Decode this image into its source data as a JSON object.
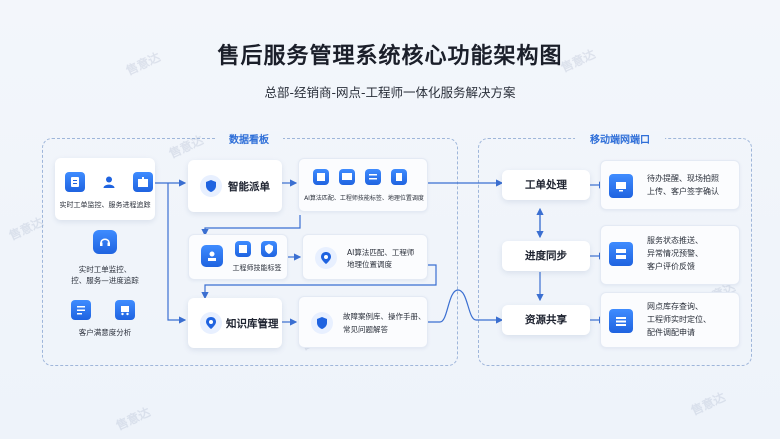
{
  "title": "售后服务管理系统核心功能架构图",
  "subtitle": "总部-经销商-网点-工程师一体化服务解决方案",
  "panels": {
    "left_label": "数据看板",
    "right_label": "移动端网端口"
  },
  "left_column": {
    "box1_text": "实时工单监控、服务进程追踪",
    "box2_line1": "实时工单监控、",
    "box2_line2": "控、服务—进度追踪",
    "box3_text": "客户满意度分析"
  },
  "middle": {
    "dispatch": "智能派单",
    "dispatch_detail": "AI算法匹配、工程师技能标签、地理位置调度",
    "skill_tags": "工程师技能标签",
    "ai_line1": "AI算法匹配、工程师",
    "ai_line2": "地理位置调度",
    "knowledge": "知识库管理",
    "kb_line1": "故障案例库、操作手册、",
    "kb_line2": "常见问题解答"
  },
  "right": {
    "work_order": "工单处理",
    "progress_sync": "进度同步",
    "resource_share": "资源共享",
    "out1_line1": "待办提醒、现场拍照",
    "out1_line2": "上传、客户签字确认",
    "out2_line1": "服务状态推送、",
    "out2_line2": "异常情况预警、",
    "out2_line3": "客户评价反馈",
    "out3_line1": "网点库存查询、",
    "out3_line2": "工程师实时定位、",
    "out3_line3": "配件调配申请"
  },
  "watermark": "售意达",
  "colors": {
    "accent": "#2f6fd8",
    "icon_blue": "#1f63e0",
    "border": "#9fb6da",
    "arrow": "#3b6fd1"
  },
  "icons": [
    "doc-icon",
    "user-icon",
    "box-icon",
    "support-icon",
    "list-icon",
    "cart-icon",
    "shield-icon",
    "pin-icon",
    "book-icon",
    "monitor-icon",
    "server-icon",
    "stack-icon"
  ]
}
